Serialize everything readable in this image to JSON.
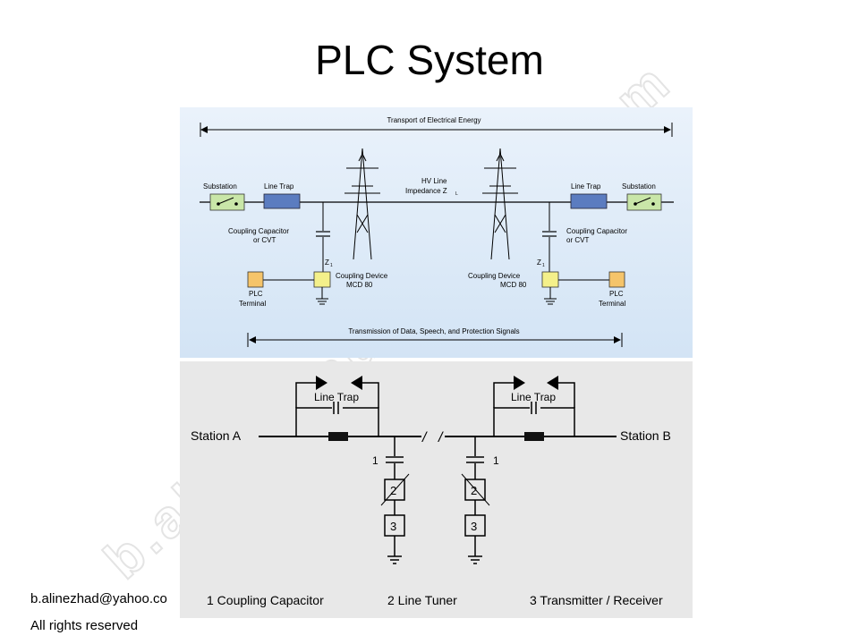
{
  "slide": {
    "title": "PLC System",
    "footer_email": "b.alinezhad@yahoo.co",
    "footer_rights": "All rights reserved"
  },
  "top_diagram": {
    "transport_label": "Transport of Electrical Energy",
    "substation_left": "Substation",
    "substation_right": "Substation",
    "line_trap_left": "Line Trap",
    "line_trap_right": "Line Trap",
    "hv_line_1": "HV Line",
    "hv_line_2": "Impedance Z",
    "hv_line_sub": "L",
    "coupling_cap_left_1": "Coupling Capacitor",
    "coupling_cap_left_2": "or CVT",
    "coupling_cap_right_1": "Coupling Capacitor",
    "coupling_cap_right_2": "or CVT",
    "z1_left": "Z",
    "z1_right": "Z",
    "z1_sub": "1",
    "coupling_dev_left_1": "Coupling Device",
    "coupling_dev_left_2": "MCD 80",
    "coupling_dev_right_1": "Coupling Device",
    "coupling_dev_right_2": "MCD 80",
    "plc_left_1": "PLC",
    "plc_left_2": "Terminal",
    "plc_right_1": "PLC",
    "plc_right_2": "Terminal",
    "transmission_label": "Transmission of Data, Speech, and Protection Signals"
  },
  "bottom_diagram": {
    "station_a": "Station A",
    "station_b": "Station B",
    "line_trap_left": "Line Trap",
    "line_trap_right": "Line Trap",
    "num1_left": "1",
    "num1_right": "1",
    "num2_left": "2",
    "num2_right": "2",
    "num3_left": "3",
    "num3_right": "3",
    "legend_1": "1 Coupling Capacitor",
    "legend_2": "2 Line Tuner",
    "legend_3": "3 Transmitter / Receiver"
  },
  "colors": {
    "top_panel_bg": "#dbe9f7",
    "bottom_panel_bg": "#e8e8e8",
    "substation_fill": "#c9e6a8",
    "line_trap_fill": "#5b7cc0",
    "coupling_device_fill": "#f4f08a",
    "plc_terminal_fill": "#f5c46a",
    "watermark": "#e9e9e9"
  }
}
